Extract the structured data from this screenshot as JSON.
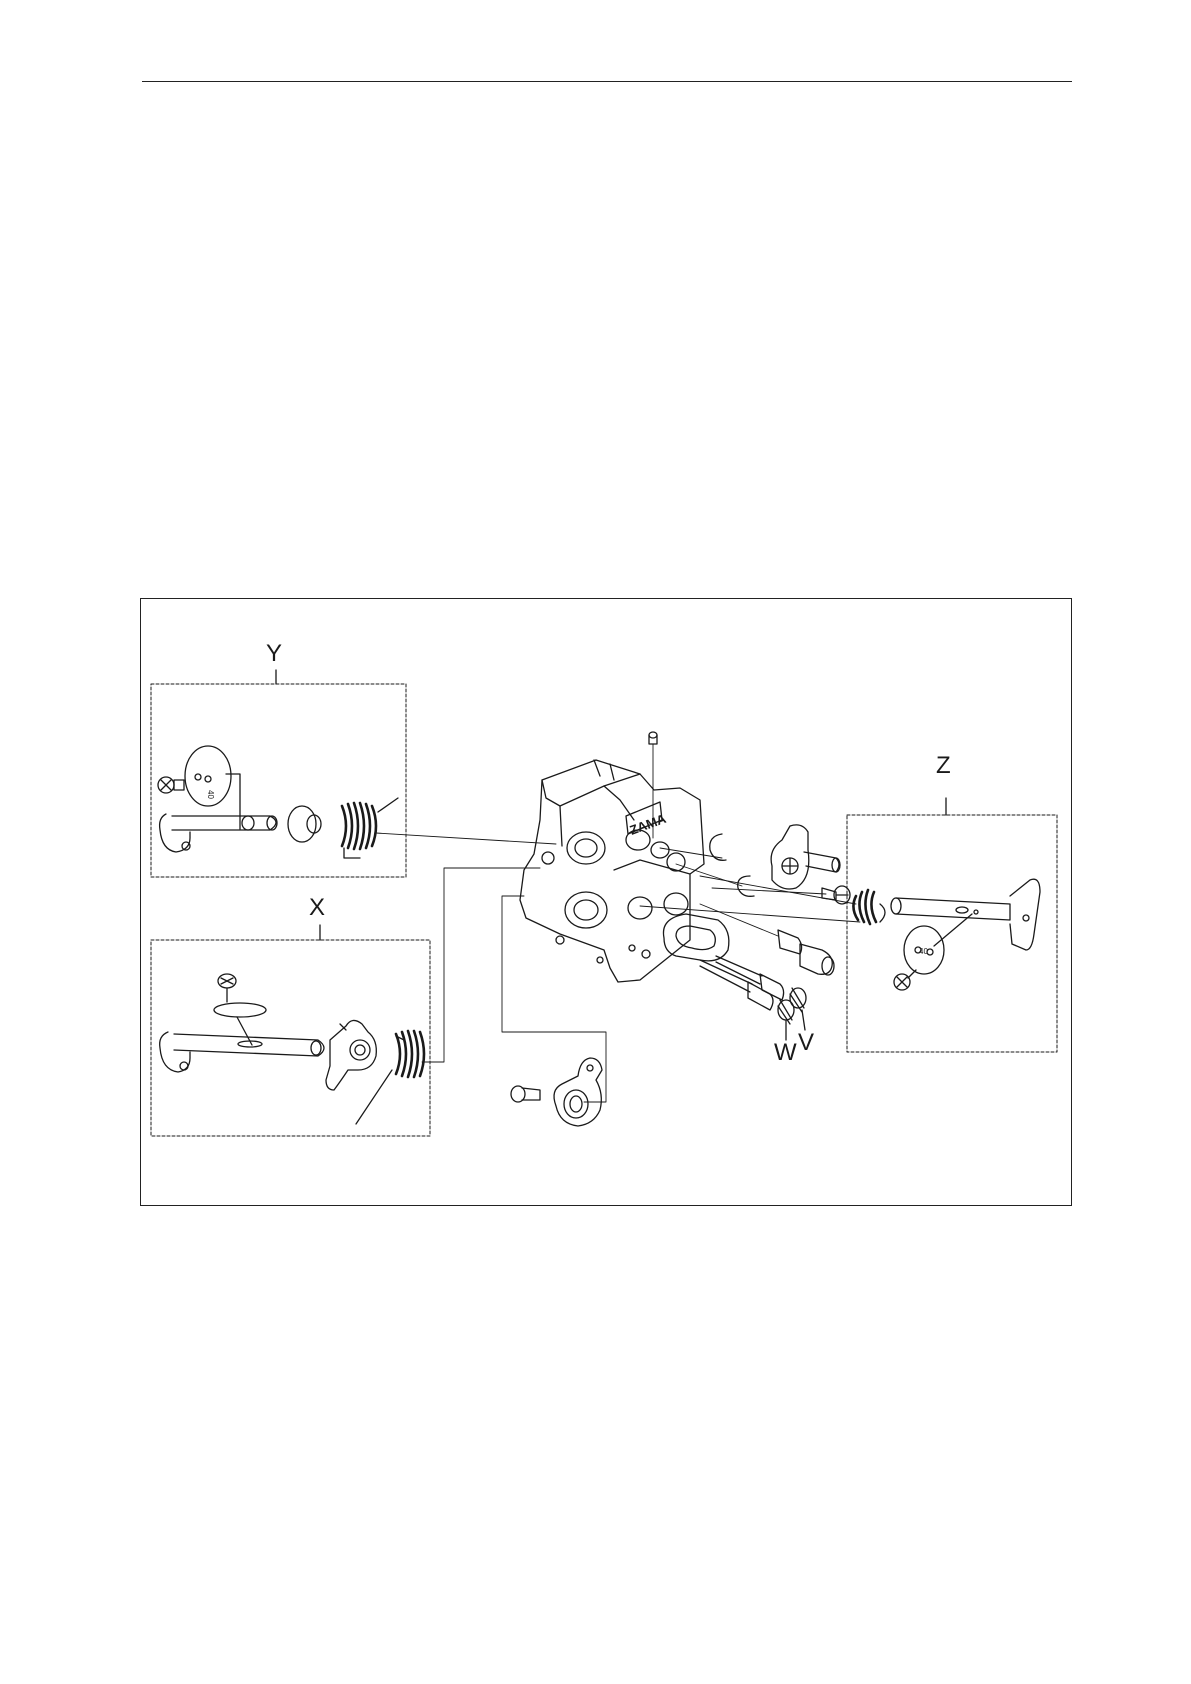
{
  "figure": {
    "callouts": {
      "Y": "Y",
      "X": "X",
      "Z": "Z",
      "W": "W",
      "V": "V"
    },
    "body_brand": "ZAMA",
    "disc_mark_y": "40",
    "disc_mark_z": "40"
  }
}
